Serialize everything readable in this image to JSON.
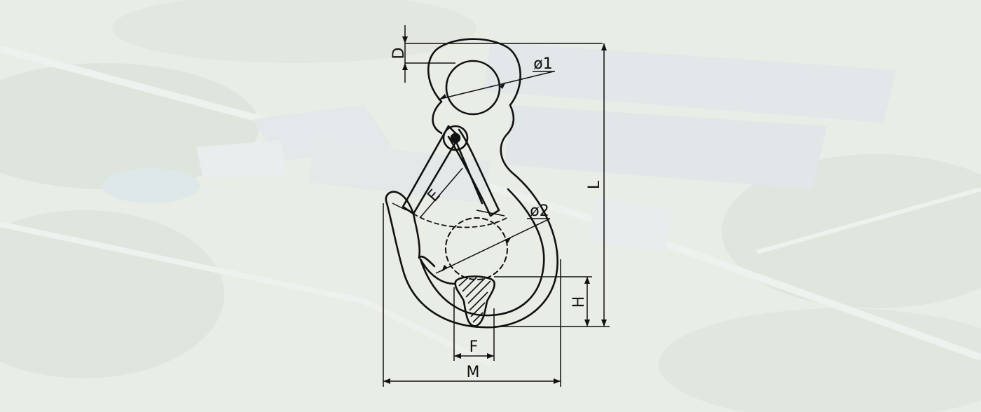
{
  "diagram": {
    "subject": "eye hook with safety latch",
    "labels": {
      "D": "D",
      "phi1": "ø1",
      "E": "E",
      "phi2": "ø2",
      "L": "L",
      "H": "H",
      "F": "F",
      "M": "M"
    }
  },
  "colors": {
    "line": "#111111",
    "background_tint": "#e6ebe4"
  }
}
